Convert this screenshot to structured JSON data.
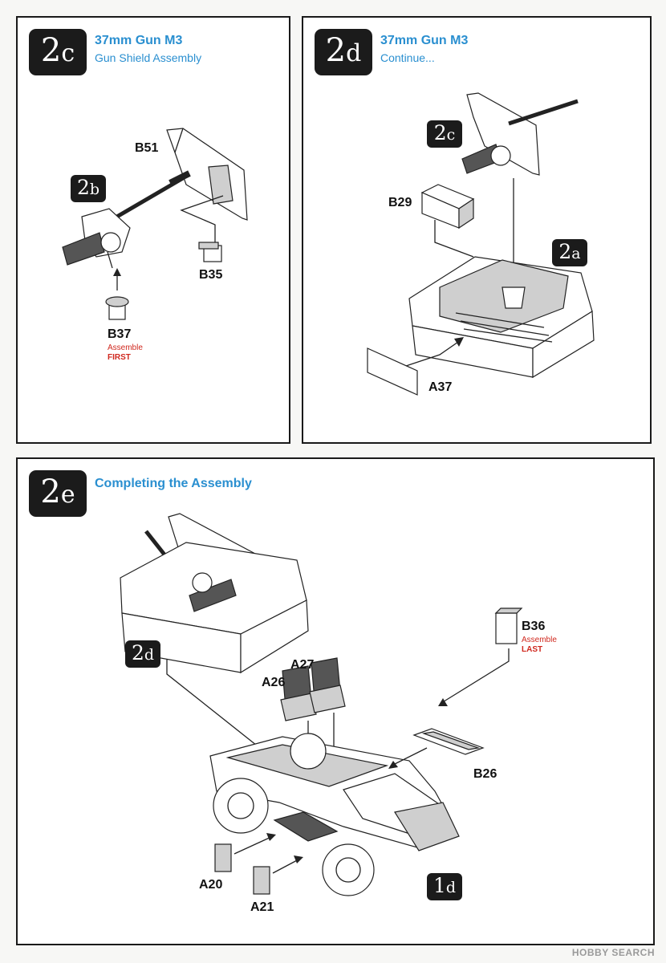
{
  "panels": [
    {
      "step": {
        "main": "2",
        "sub": "c"
      },
      "title": "37mm Gun M3",
      "subtitle": "Gun Shield Assembly",
      "ref_badge": {
        "main": "2",
        "sub": "b"
      },
      "parts": {
        "b51": "B51",
        "b35": "B35",
        "b37": "B37"
      },
      "notes": {
        "assemble": "Assemble",
        "first": "FIRST"
      }
    },
    {
      "step": {
        "main": "2",
        "sub": "d"
      },
      "title": "37mm Gun M3",
      "subtitle": "Continue...",
      "ref_badges": [
        {
          "main": "2",
          "sub": "c"
        },
        {
          "main": "2",
          "sub": "a"
        }
      ],
      "parts": {
        "b29": "B29",
        "a37": "A37"
      }
    },
    {
      "step": {
        "main": "2",
        "sub": "e"
      },
      "title": "Completing the Assembly",
      "ref_badges": [
        {
          "main": "2",
          "sub": "d"
        },
        {
          "main": "1",
          "sub": "d"
        }
      ],
      "parts": {
        "b36": "B36",
        "a27": "A27",
        "a26": "A26",
        "b26": "B26",
        "a20": "A20",
        "a21": "A21"
      },
      "notes": {
        "assemble": "Assemble",
        "last": "LAST"
      }
    }
  ],
  "watermark": "HOBBY SEARCH",
  "colors": {
    "title_blue": "#2a8fd0",
    "note_red": "#d0281e",
    "badge_bg": "#1b1b1b"
  }
}
